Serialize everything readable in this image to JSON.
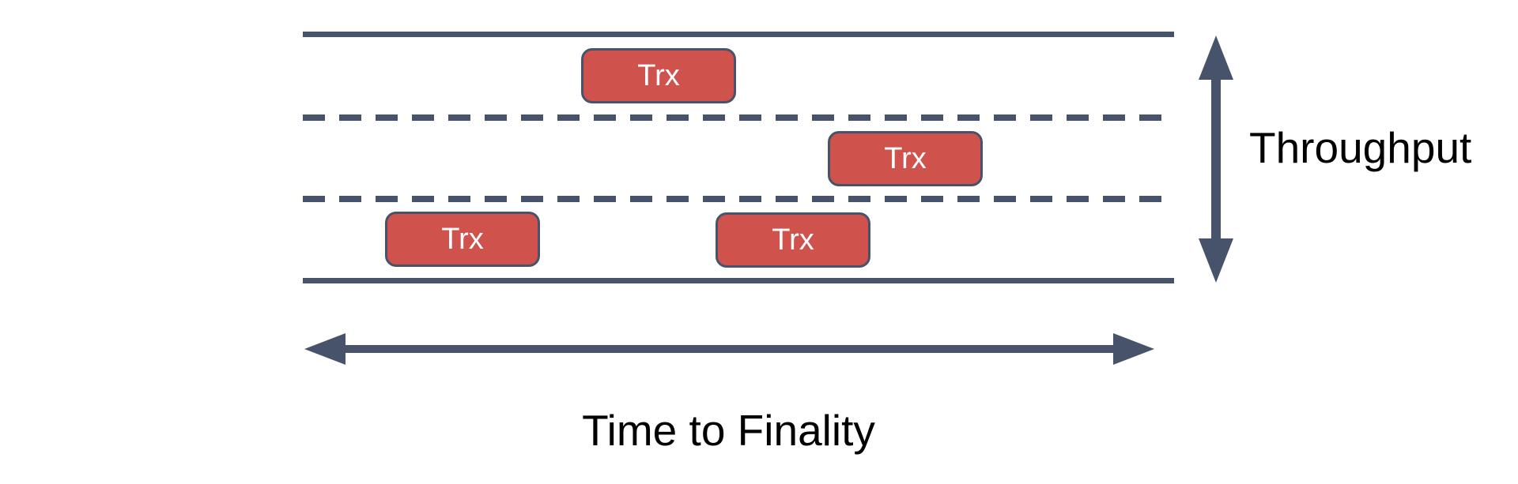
{
  "diagram": {
    "type": "lane-diagram",
    "road": {
      "lanes": 3,
      "edge_style": "solid",
      "divider_style": "dashed"
    },
    "boxes": [
      {
        "label": "Trx",
        "lane": 1
      },
      {
        "label": "Trx",
        "lane": 2
      },
      {
        "label": "Trx",
        "lane": 3
      },
      {
        "label": "Trx",
        "lane": 3
      }
    ],
    "axes": {
      "vertical_label": "Throughput",
      "horizontal_label": "Time to Finality"
    },
    "colors": {
      "line": "#47536B",
      "box_fill": "#D0524D",
      "box_border": "#47536B",
      "box_text": "#FFFFFF",
      "label_text": "#000000",
      "background": "#FFFFFF"
    }
  }
}
